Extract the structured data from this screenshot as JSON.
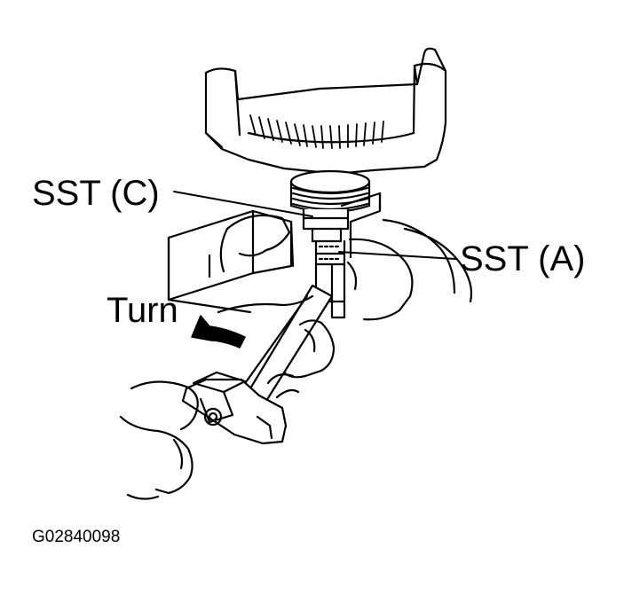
{
  "diagram": {
    "callouts": {
      "sst_c": "SST (C)",
      "sst_a": "SST (A)",
      "turn": "Turn"
    },
    "figure_id": "G02840098",
    "parts": [
      "alternator-housing",
      "pulley",
      "sst-c-tool",
      "sst-a-tool",
      "vise",
      "torque-wrench",
      "left-hand",
      "right-hand",
      "turn-direction-arrow"
    ],
    "colors": {
      "line": "#000000",
      "background": "#ffffff"
    }
  }
}
